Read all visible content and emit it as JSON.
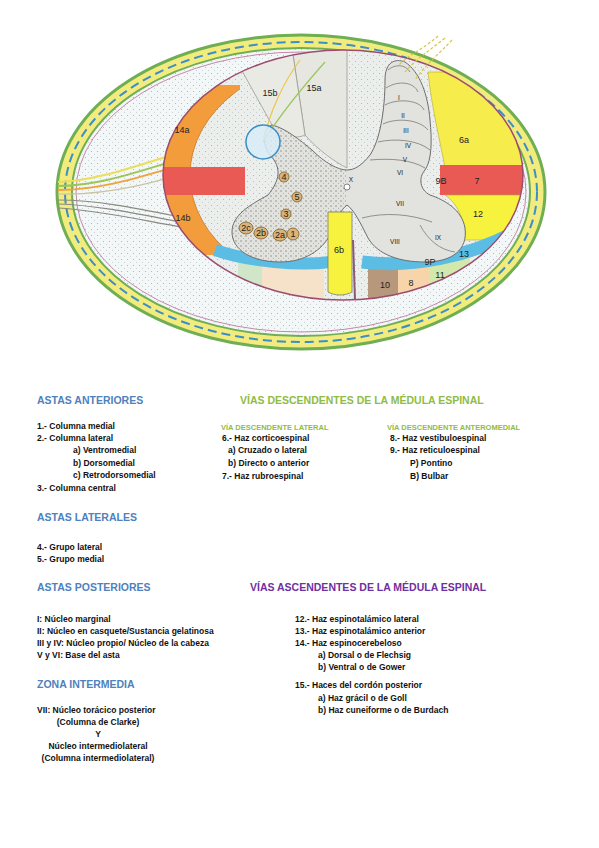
{
  "diagram": {
    "labels": [
      "15b",
      "15a",
      "14a",
      "14b",
      "6a",
      "7",
      "9B",
      "12",
      "13",
      "6b",
      "4",
      "5",
      "3",
      "2c",
      "2b",
      "2a",
      "1",
      "9P",
      "11",
      "8",
      "10",
      "I",
      "II",
      "III",
      "IV",
      "V",
      "VI",
      "VII",
      "VIII",
      "IX",
      "X",
      "ASTAS ANTERIORES",
      "1.- Columna medial",
      "2.- Columna lateral",
      "a) Ventromedial",
      "b) Dorsomedial",
      "c) Retrodorsomedial",
      "3.- Columna central",
      "ASTAS LATERALES",
      "4.- Grupo lateral",
      "5.- Grupo medial",
      "ASTAS POSTERIORES",
      "I: Núcleo marginal",
      "II: Núcleo en casquete/Sustancia gelatinosa",
      "III y IV: Núcleo propio/ Núcleo de la cabeza",
      "V y VI: Base del asta",
      "ZONA INTERMEDIA",
      "VII: Núcleo torácico posterior",
      "(Columna de Clarke)",
      "Y",
      "Núcleo intermediolateral",
      "(Columna intermediolateral)",
      "VÍAS DESCENDENTES DE LA MÉDULA ESPINAL",
      "VÍA DESCENDENTE LATERAL",
      "VÍA DESCENDENTE ANTEROMEDIAL",
      "6.- Haz corticoespinal",
      "a) Cruzado o lateral",
      "b) Directo o anterior",
      "7.- Haz rubroespinal",
      "8.- Haz vestibuloespinal",
      "9.- Haz reticuloespinal",
      "P) Pontino",
      "B) Bulbar",
      "VÍAS ASCENDENTES DE LA MÉDULA ESPINAL",
      "12.- Haz espinotalámico lateral",
      "13.- Haz espinotalámico anterior",
      "14.- Haz espinocerebeloso",
      "a) Dorsal o de Flechsig",
      "b) Ventral o de Gower",
      "15.- Haces del cordón posterior",
      "a) Haz grácil o de Goll",
      "b) Haz cuneiforme o de Burdach"
    ]
  }
}
